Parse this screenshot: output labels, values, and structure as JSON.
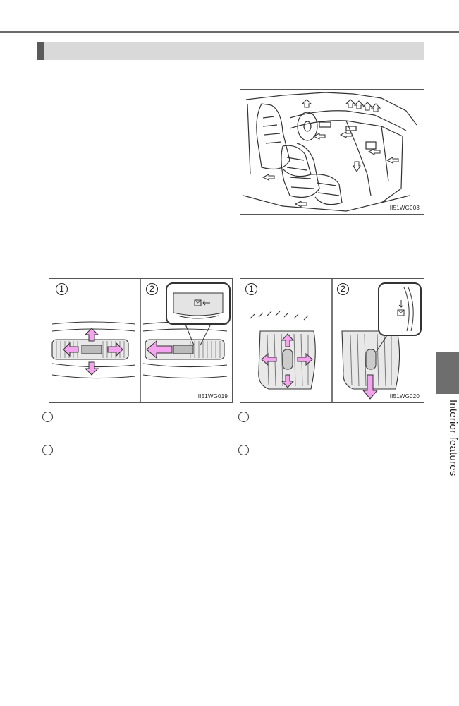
{
  "figures": {
    "cabin": {
      "code": "II51WG003"
    },
    "center_vent": {
      "code": "II51WG019",
      "steps": [
        "1",
        "2"
      ]
    },
    "side_vent": {
      "code": "II51WG020",
      "steps": [
        "1",
        "2"
      ]
    }
  },
  "side_tab": {
    "label": "Interior features"
  },
  "icons": [
    "air-flow-arrow-icon",
    "vent-icon",
    "open-close-symbol-icon",
    "caption-circle-icon"
  ],
  "colors": {
    "arrow_pink": "#f4a4ee",
    "side_tab": "#6e6e6e",
    "section_bar": "#d9d9d9"
  }
}
